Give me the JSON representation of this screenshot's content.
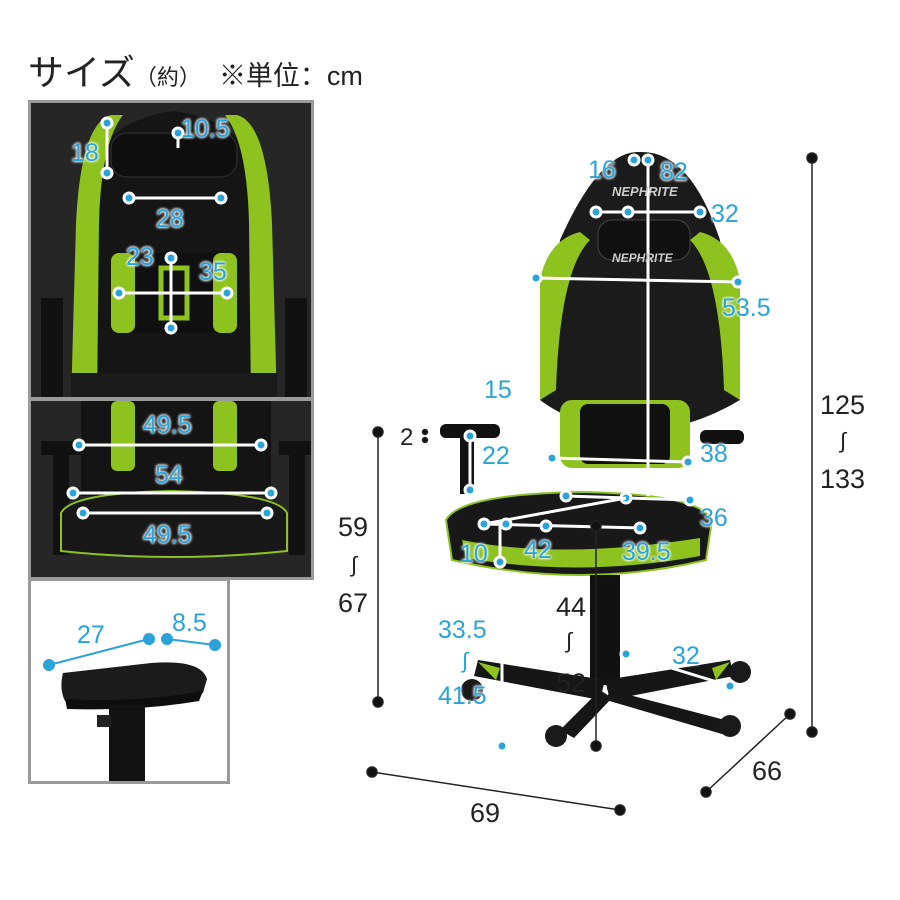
{
  "title": {
    "main": "サイズ",
    "paren": "（約）",
    "unit": "※単位：cm"
  },
  "colors": {
    "dimension": "#2aa3d8",
    "accent": "#8dc21f",
    "chair": "#1b1b1b"
  },
  "brand": "NEPHRITE",
  "panels": {
    "headrest_detail": {
      "height": "18",
      "depth": "10.5",
      "width": "28",
      "lumbar_height": "23",
      "lumbar_width": "35"
    },
    "seat_detail": {
      "backrest_width": "49.5",
      "seat_width": "54",
      "seat_front_width": "49.5"
    },
    "armrest_detail": {
      "armpad_length": "27",
      "armpad_width": "8.5"
    }
  },
  "main": {
    "headrest_gap": "16",
    "back_height": "82",
    "top_width": "32",
    "shoulder_width": "53.5",
    "arm_adjust": "15",
    "arm_gap": "2",
    "arm_from_seat": "22",
    "lumbar_width": "38",
    "seat_depth": "36",
    "seat_front": "10",
    "seat_side": "42",
    "seat_width": "39.5",
    "arm_height_min": "59",
    "arm_height_max": "67",
    "seat_height_min": "44",
    "seat_height_max": "52",
    "arm_floor_min": "33.5",
    "arm_floor_max": "41.5",
    "base_radius": "32",
    "total_height_min": "125",
    "total_height_max": "133",
    "width": "69",
    "depth": "66"
  }
}
